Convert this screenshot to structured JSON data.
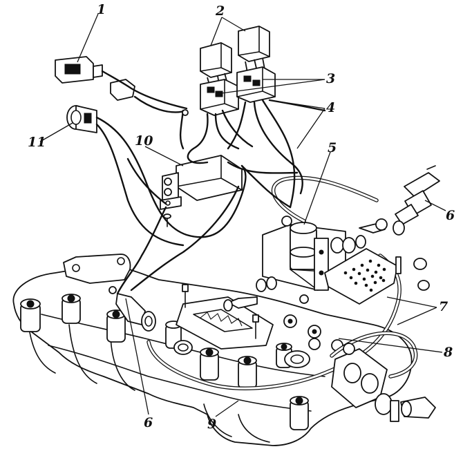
{
  "diagram": {
    "callouts": [
      {
        "id": "c1",
        "text": "1"
      },
      {
        "id": "c2",
        "text": "2"
      },
      {
        "id": "c3",
        "text": "3"
      },
      {
        "id": "c4",
        "text": "4"
      },
      {
        "id": "c5",
        "text": "5"
      },
      {
        "id": "c6a",
        "text": "6"
      },
      {
        "id": "c6b",
        "text": "6"
      },
      {
        "id": "c7",
        "text": "7"
      },
      {
        "id": "c8",
        "text": "8"
      },
      {
        "id": "c9",
        "text": "9"
      },
      {
        "id": "c10",
        "text": "10"
      },
      {
        "id": "c11",
        "text": "11"
      }
    ]
  }
}
